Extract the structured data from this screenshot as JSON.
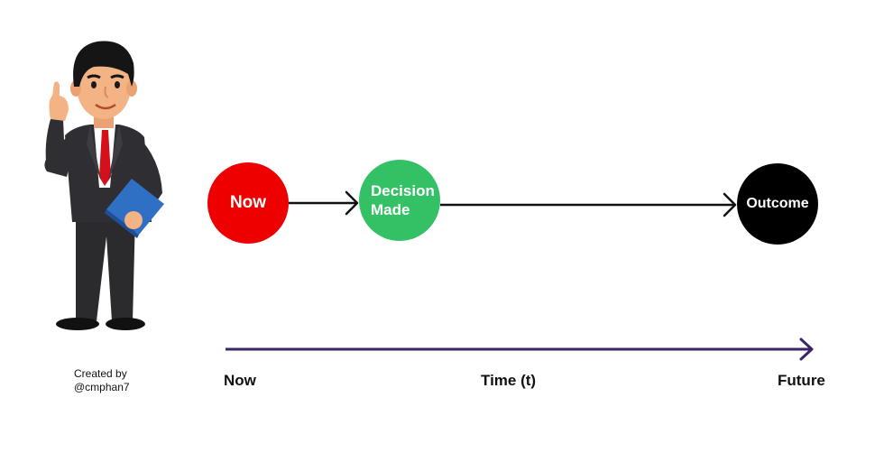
{
  "diagram": {
    "nodes": [
      {
        "id": "now",
        "label": "Now",
        "color": "#ee0000"
      },
      {
        "id": "decision",
        "label": "Decision\nMade",
        "color": "#34c165"
      },
      {
        "id": "outcome",
        "label": "Outcome",
        "color": "#000000"
      }
    ],
    "edges": [
      {
        "from": "now",
        "to": "decision"
      },
      {
        "from": "decision",
        "to": "outcome"
      }
    ],
    "timeline": {
      "start_label": "Now",
      "middle_label": "Time (t)",
      "end_label": "Future",
      "color": "#3d2566"
    },
    "credit": {
      "line1": "Created by",
      "line2": "@cmphan7"
    },
    "illustration": {
      "subject": "businessman-raising-finger",
      "suit_color": "#2f2f33",
      "tie_color": "#d4111a",
      "book_color": "#2f6fc4"
    }
  }
}
